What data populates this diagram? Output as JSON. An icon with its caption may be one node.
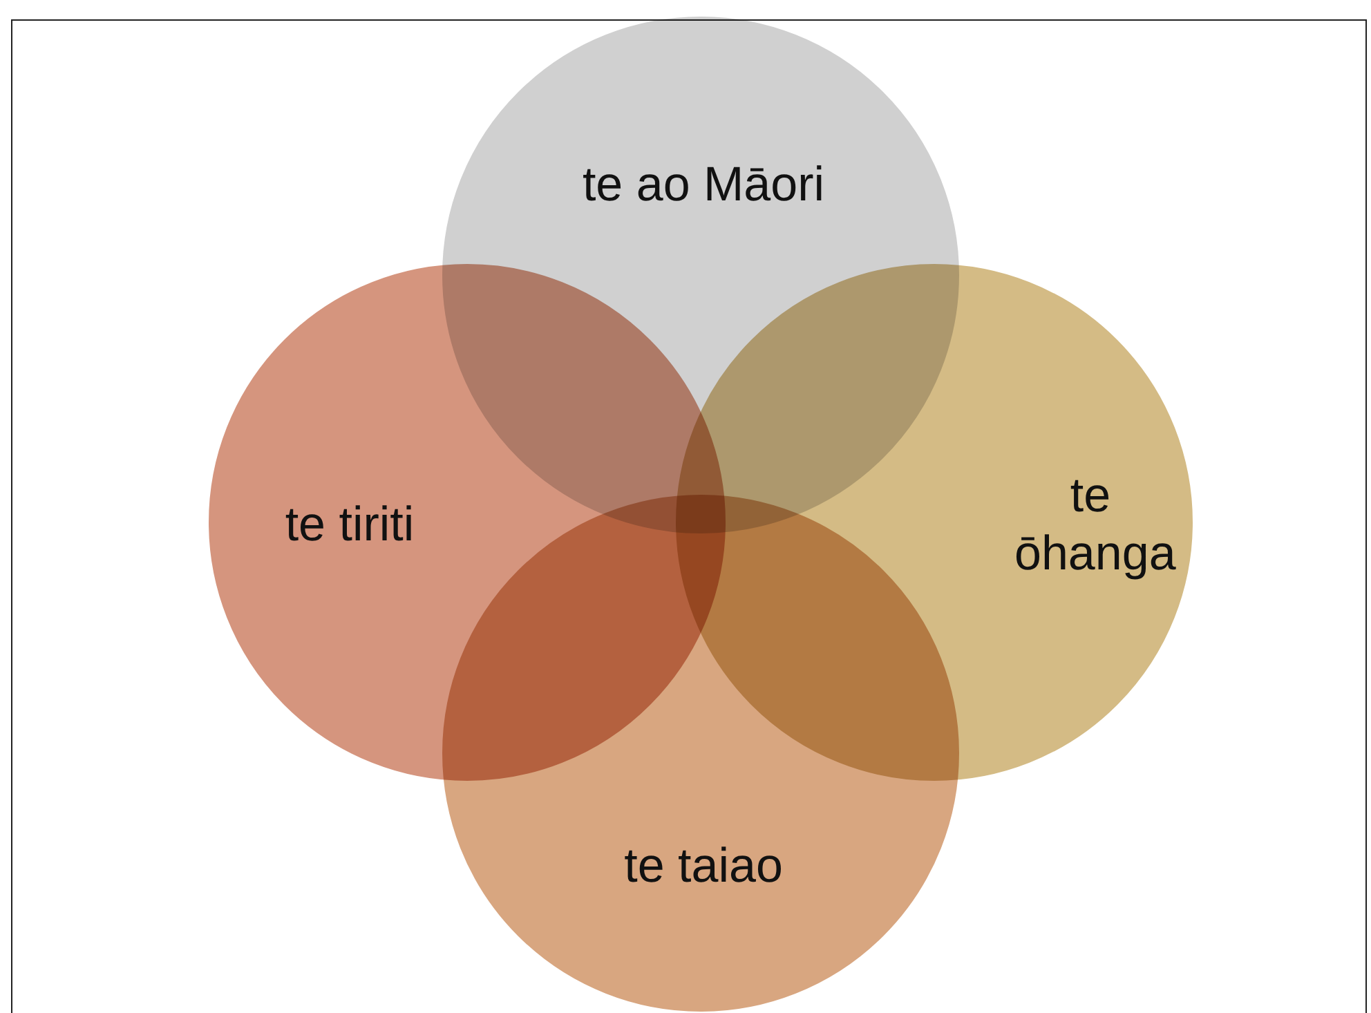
{
  "diagram": {
    "nodes": [
      {
        "text": [
          "te ao Māori"
        ]
      },
      {
        "text": [
          "te tiriti"
        ]
      },
      {
        "text": [
          "te ōhanga"
        ]
      },
      {
        "text": [
          "te taiao"
        ]
      }
    ]
  }
}
